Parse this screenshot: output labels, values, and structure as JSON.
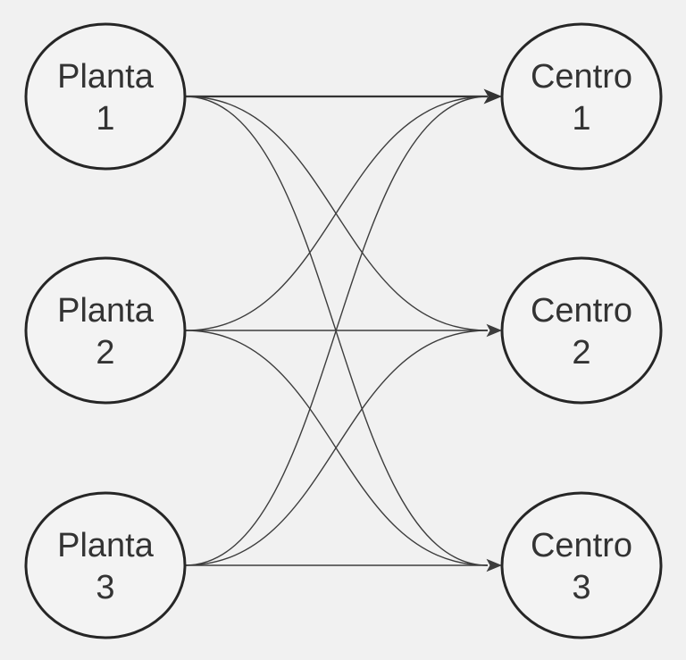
{
  "diagram": {
    "type": "directed-bipartite-graph",
    "description": "Transport problem network: plants shipping to distribution centers",
    "colors": {
      "background": "#f1f1f1",
      "node_fill": "#f3f3f3",
      "node_stroke": "#262626",
      "edge_color": "#3d3d3d",
      "edge_bold_color": "#333333",
      "text_color": "#333333"
    },
    "plants": [
      {
        "name": "Planta",
        "number": "1"
      },
      {
        "name": "Planta",
        "number": "2"
      },
      {
        "name": "Planta",
        "number": "3"
      }
    ],
    "centers": [
      {
        "name": "Centro",
        "number": "1"
      },
      {
        "name": "Centro",
        "number": "2"
      },
      {
        "name": "Centro",
        "number": "3"
      }
    ],
    "edges": [
      {
        "from": "Planta 1",
        "to": "Centro 1",
        "style": "bold"
      },
      {
        "from": "Planta 1",
        "to": "Centro 2",
        "style": "normal"
      },
      {
        "from": "Planta 1",
        "to": "Centro 3",
        "style": "normal"
      },
      {
        "from": "Planta 2",
        "to": "Centro 1",
        "style": "normal"
      },
      {
        "from": "Planta 2",
        "to": "Centro 2",
        "style": "normal"
      },
      {
        "from": "Planta 2",
        "to": "Centro 3",
        "style": "normal"
      },
      {
        "from": "Planta 3",
        "to": "Centro 1",
        "style": "normal"
      },
      {
        "from": "Planta 3",
        "to": "Centro 2",
        "style": "normal"
      },
      {
        "from": "Planta 3",
        "to": "Centro 3",
        "style": "normal"
      }
    ]
  }
}
